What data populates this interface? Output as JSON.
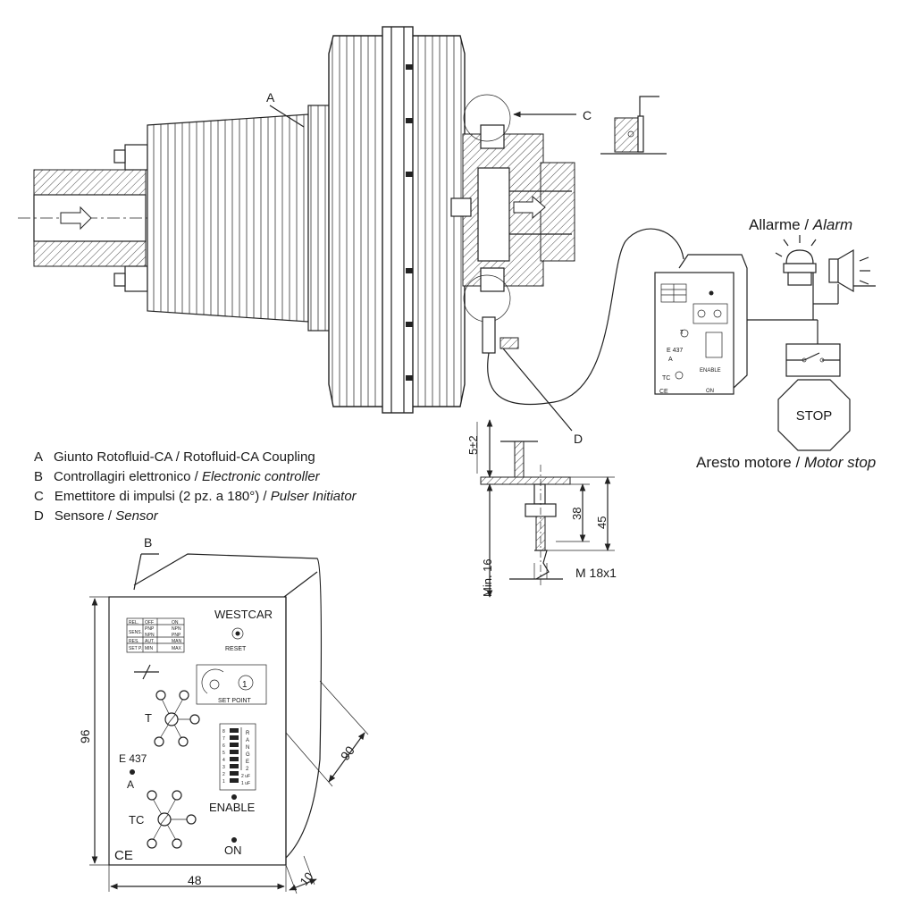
{
  "callouts": {
    "a": "A",
    "b": "B",
    "c": "C",
    "d": "D"
  },
  "legend": [
    {
      "key": "A",
      "text": "Giunto Rotofluid-CA / ",
      "italic": "Rotofluid-CA Coupling"
    },
    {
      "key": "B",
      "text": "Controllagiri elettronico / ",
      "italic": "Electronic controller"
    },
    {
      "key": "C",
      "text": "Emettitore di impulsi (2 pz. a 180°) / ",
      "italic": "Pulser Initiator"
    },
    {
      "key": "D",
      "text": "Sensore / ",
      "italic": "Sensor"
    }
  ],
  "alarm": {
    "text": "Allarme / ",
    "italic": "Alarm"
  },
  "stop": {
    "sign": "STOP",
    "text": "Aresto motore / ",
    "italic": "Motor stop"
  },
  "sensor_dims": {
    "top": "5±2",
    "d38": "38",
    "d45": "45",
    "min16": "Min. 16",
    "thread": "M 18x1"
  },
  "controller": {
    "brand": "WESTCAR",
    "reset": "RESET",
    "set_point": "SET POINT",
    "set_point_num": "1",
    "t": "T",
    "tc": "TC",
    "model": "E 437",
    "a": "A",
    "enable": "ENABLE",
    "on": "ON",
    "ce": "CE",
    "switch_table": [
      [
        "REL.",
        "OFF",
        "ON"
      ],
      [
        "SENS.",
        "PNP",
        "NPN"
      ],
      [
        "",
        "NPN",
        "PNP"
      ],
      [
        "RES.",
        "AUT.",
        "MAN"
      ],
      [
        "SET P.",
        "MIN",
        "MAX"
      ]
    ],
    "range_letters": [
      "R",
      "A",
      "N",
      "G",
      "E",
      "2"
    ],
    "dip_numbers": [
      "8",
      "7",
      "6",
      "5",
      "4",
      "3",
      "2",
      "1"
    ],
    "uf_labels": [
      "2 uF",
      "1 uF"
    ]
  },
  "controller_dims": {
    "h": "96",
    "w": "48",
    "d": "90",
    "t": "10"
  }
}
